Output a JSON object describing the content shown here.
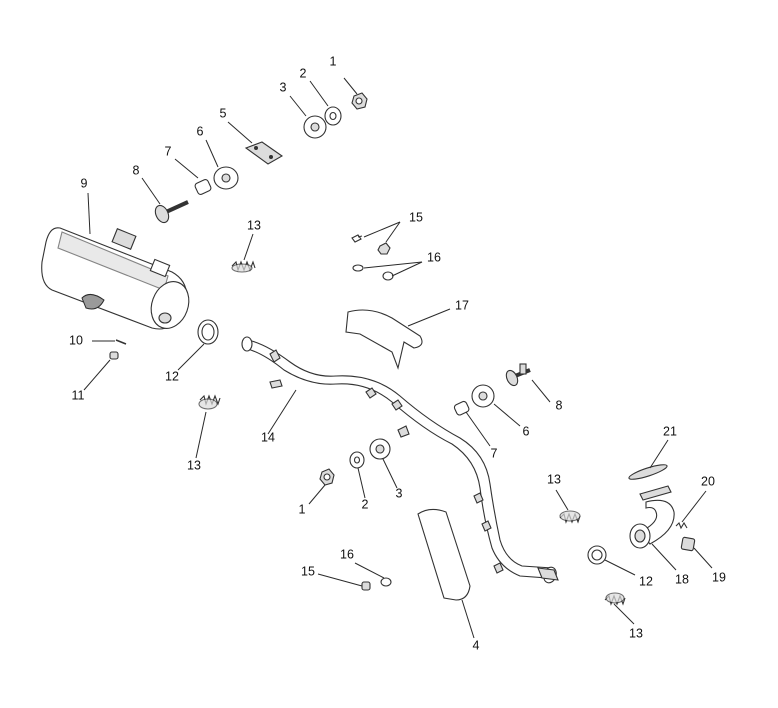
{
  "callouts": [
    {
      "id": "c1a",
      "label": "1"
    },
    {
      "id": "c2a",
      "label": "2"
    },
    {
      "id": "c3a",
      "label": "3"
    },
    {
      "id": "c5",
      "label": "5"
    },
    {
      "id": "c6a",
      "label": "6"
    },
    {
      "id": "c7a",
      "label": "7"
    },
    {
      "id": "c8a",
      "label": "8"
    },
    {
      "id": "c9",
      "label": "9"
    },
    {
      "id": "c13a",
      "label": "13"
    },
    {
      "id": "c15a",
      "label": "15"
    },
    {
      "id": "c16a",
      "label": "16"
    },
    {
      "id": "c17",
      "label": "17"
    },
    {
      "id": "c10",
      "label": "10"
    },
    {
      "id": "c11",
      "label": "11"
    },
    {
      "id": "c12a",
      "label": "12"
    },
    {
      "id": "c13b",
      "label": "13"
    },
    {
      "id": "c14",
      "label": "14"
    },
    {
      "id": "c8b",
      "label": "8"
    },
    {
      "id": "c6b",
      "label": "6"
    },
    {
      "id": "c7b",
      "label": "7"
    },
    {
      "id": "c21",
      "label": "21"
    },
    {
      "id": "c1b",
      "label": "1"
    },
    {
      "id": "c2b",
      "label": "2"
    },
    {
      "id": "c3b",
      "label": "3"
    },
    {
      "id": "c13c",
      "label": "13"
    },
    {
      "id": "c20",
      "label": "20"
    },
    {
      "id": "c16b",
      "label": "16"
    },
    {
      "id": "c15b",
      "label": "15"
    },
    {
      "id": "c12b",
      "label": "12"
    },
    {
      "id": "c18",
      "label": "18"
    },
    {
      "id": "c19",
      "label": "19"
    },
    {
      "id": "c13d",
      "label": "13"
    },
    {
      "id": "c4",
      "label": "4"
    }
  ]
}
